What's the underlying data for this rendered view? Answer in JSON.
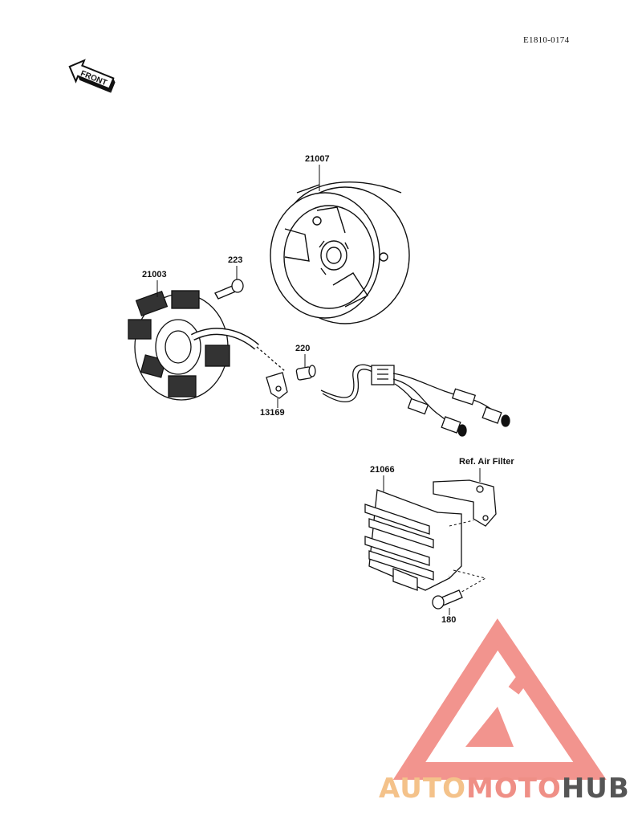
{
  "diagram": {
    "code": "E1810-0174",
    "front_label": "FRONT",
    "parts": [
      {
        "id": "flywheel",
        "label": "21007"
      },
      {
        "id": "bolt-223",
        "label": "223"
      },
      {
        "id": "stator",
        "label": "21003"
      },
      {
        "id": "grommet-220",
        "label": "220"
      },
      {
        "id": "clamp",
        "label": "13169"
      },
      {
        "id": "regulator",
        "label": "21066"
      },
      {
        "id": "ref-air-filter",
        "label": "Ref. Air Filter"
      },
      {
        "id": "bolt-180",
        "label": "180"
      }
    ]
  },
  "watermark": {
    "word_1": "AUTO",
    "word_2": "MOTO",
    "word_3": "HUB",
    "colors": {
      "auto": "#f4c28a",
      "moto": "#ef8f86",
      "hub": "#555555",
      "logo": "#f07a72"
    }
  }
}
